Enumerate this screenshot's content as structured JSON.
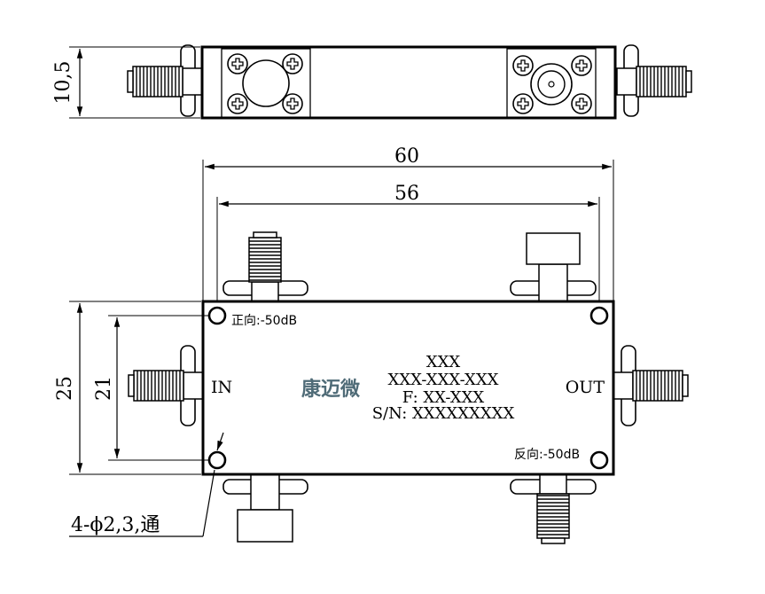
{
  "dimensions": {
    "height_side": "10,5",
    "overall_length": "60",
    "mount_spacing": "56",
    "overall_width": "25",
    "mount_width": "21",
    "holes": "4-ϕ2,3,通"
  },
  "labels": {
    "port_in": "IN",
    "port_out": "OUT",
    "forward_coupling": "正向:-50dB",
    "reverse_coupling": "反向:-50dB",
    "brand": "康迈微",
    "model_line": "XXX",
    "part_number": "XXX-XXX-XXX",
    "frequency": "F: XX-XXX",
    "serial": "S/N: XXXXXXXXX"
  },
  "colors": {
    "line": "#000000",
    "brand": "#4f6b77"
  }
}
